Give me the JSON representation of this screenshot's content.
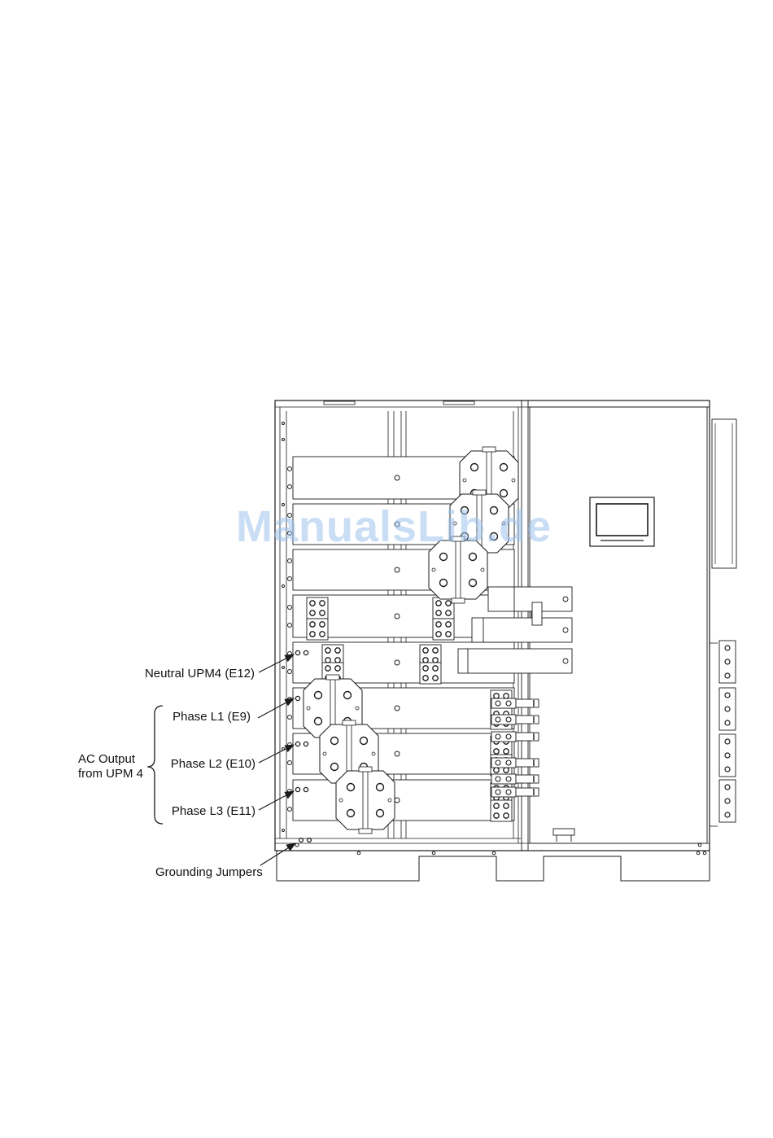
{
  "diagram": {
    "labels": {
      "neutral": "Neutral UPM4 (E12)",
      "phase_l1": "Phase L1 (E9)",
      "phase_l2": "Phase L2 (E10)",
      "phase_l3": "Phase L3 (E11)",
      "ac_output_line1": "AC Output",
      "ac_output_line2": "from UPM 4",
      "grounding": "Grounding Jumpers"
    },
    "watermark": "ManualsLib.de"
  },
  "colors": {
    "line": "#1a1a1a",
    "watermark": "#9ec3ee",
    "background": "#ffffff"
  }
}
